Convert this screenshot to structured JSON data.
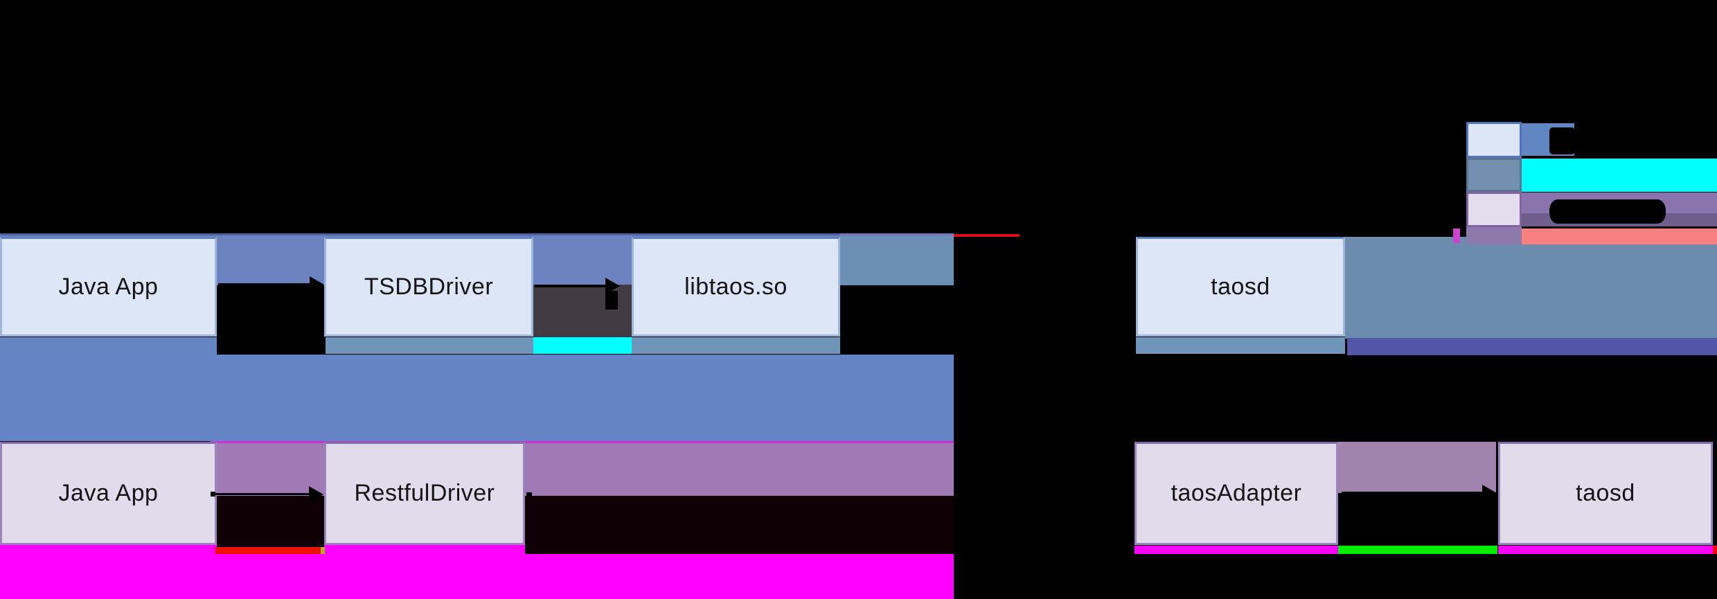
{
  "top_flow": {
    "app_label": "Java App",
    "driver_label": "TSDBDriver",
    "lib_label": "libtaos.so",
    "server_label": "taosd"
  },
  "bottom_flow": {
    "app_label": "Java App",
    "driver_label": "RestfulDriver",
    "adapter_label": "taosAdapter",
    "server_label": "taosd"
  },
  "legend": {
    "rows": [
      {
        "swatch_color": "#dce6f6",
        "bar_color": "#6087c1"
      },
      {
        "swatch_color": "#7390b0",
        "bar_color": "#00ffff"
      },
      {
        "swatch_color": "#e4ddee",
        "bar_color": "#8a74ae"
      },
      {
        "swatch_color": "#8d7aab",
        "bar_color": "#f98080"
      }
    ]
  },
  "colors": {
    "background": "#000000",
    "connector_band_blue": "#6484c6",
    "connector_band_steel": "#6b8cad",
    "box_fill_light_blue": "#dce6f7",
    "box_border_blue": "#9fb6dd",
    "box_fill_lavender": "#e2dbeb",
    "box_border_purple": "#9a86bb",
    "purple_band_left": "#a07ab5",
    "purple_band_right": "#a183ad",
    "highlight_cyan": "#00ffff",
    "highlight_magenta": "#ff00ff",
    "highlight_green": "#00ee00",
    "highlight_red": "#ee1100",
    "highlight_salmon": "#f98080",
    "strip_steel": "#6f96ba",
    "strip_purple_blue": "#5355a8",
    "gap_dark": "#423b44",
    "arrow_black": "#000000"
  }
}
